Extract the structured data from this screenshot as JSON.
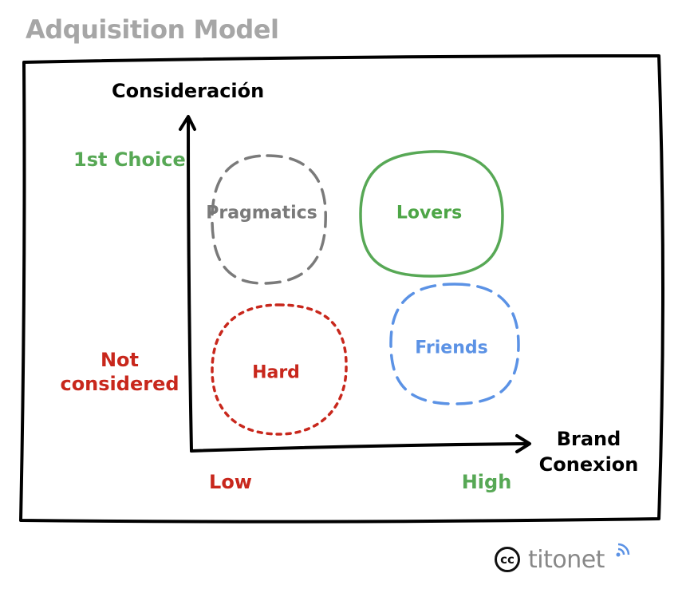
{
  "title": "Adquisition Model",
  "y_axis": {
    "title": "Consideración",
    "top_label": "1st Choice",
    "bottom_label": [
      "Not",
      "considered"
    ]
  },
  "x_axis": {
    "title": [
      "Brand",
      "Conexion"
    ],
    "left_label": "Low",
    "right_label": "High"
  },
  "quadrants": {
    "top_left": "Pragmatics",
    "top_right": "Lovers",
    "bottom_left": "Hard",
    "bottom_right": "Friends"
  },
  "footer": {
    "cc": "cc",
    "brand": "titonet",
    "icons": [
      "creative-commons-icon",
      "wifi-icon"
    ]
  },
  "colors": {
    "green": "#57a855",
    "red": "#c8271c",
    "gray": "#7a7a7a",
    "blue": "#5b92e5",
    "title_gray": "#a6a6a6"
  }
}
